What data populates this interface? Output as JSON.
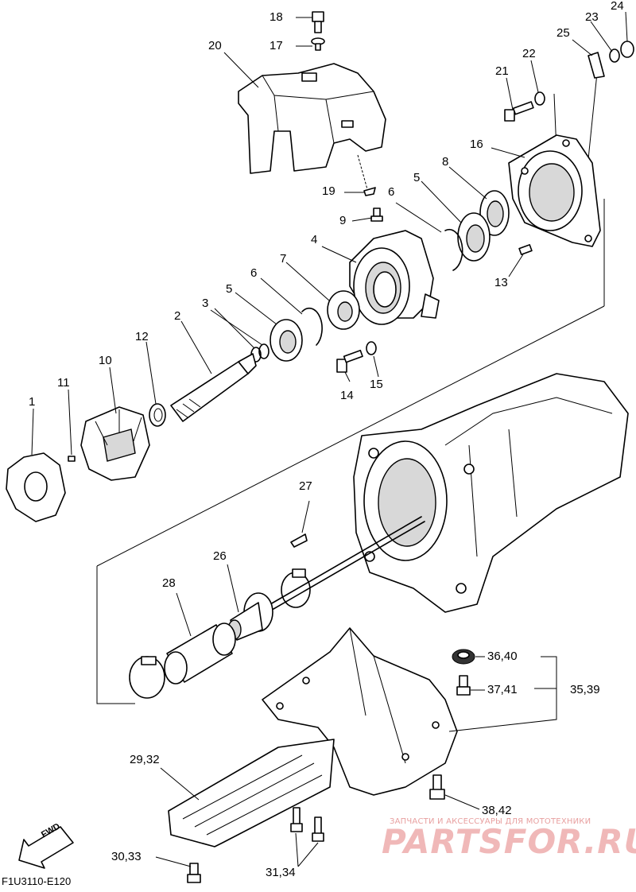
{
  "diagram_code": "F1U3110-E120",
  "fwd_label": "FWD",
  "watermark": {
    "small": "ЗАПЧАСТИ И АКСЕССУАРЫ ДЛЯ МОТОТЕХНИКИ",
    "big": "PARTSFOR.RU"
  },
  "callouts": [
    {
      "id": "c1",
      "text": "1"
    },
    {
      "id": "c2",
      "text": "2"
    },
    {
      "id": "c3",
      "text": "3"
    },
    {
      "id": "c4",
      "text": "4"
    },
    {
      "id": "c5a",
      "text": "5"
    },
    {
      "id": "c5b",
      "text": "5"
    },
    {
      "id": "c6a",
      "text": "6"
    },
    {
      "id": "c6b",
      "text": "6"
    },
    {
      "id": "c7",
      "text": "7"
    },
    {
      "id": "c8",
      "text": "8"
    },
    {
      "id": "c9",
      "text": "9"
    },
    {
      "id": "c10",
      "text": "10"
    },
    {
      "id": "c11",
      "text": "11"
    },
    {
      "id": "c12",
      "text": "12"
    },
    {
      "id": "c13",
      "text": "13"
    },
    {
      "id": "c14",
      "text": "14"
    },
    {
      "id": "c15",
      "text": "15"
    },
    {
      "id": "c16",
      "text": "16"
    },
    {
      "id": "c17",
      "text": "17"
    },
    {
      "id": "c18",
      "text": "18"
    },
    {
      "id": "c19",
      "text": "19"
    },
    {
      "id": "c20",
      "text": "20"
    },
    {
      "id": "c21",
      "text": "21"
    },
    {
      "id": "c22",
      "text": "22"
    },
    {
      "id": "c23",
      "text": "23"
    },
    {
      "id": "c24",
      "text": "24"
    },
    {
      "id": "c25",
      "text": "25"
    },
    {
      "id": "c26",
      "text": "26"
    },
    {
      "id": "c27",
      "text": "27"
    },
    {
      "id": "c28",
      "text": "28"
    },
    {
      "id": "c2932",
      "text": "29,32"
    },
    {
      "id": "c3033",
      "text": "30,33"
    },
    {
      "id": "c3134",
      "text": "31,34"
    },
    {
      "id": "c3539",
      "text": "35,39"
    },
    {
      "id": "c3640",
      "text": "36,40"
    },
    {
      "id": "c3741",
      "text": "37,41"
    },
    {
      "id": "c3842",
      "text": "38,42"
    }
  ]
}
